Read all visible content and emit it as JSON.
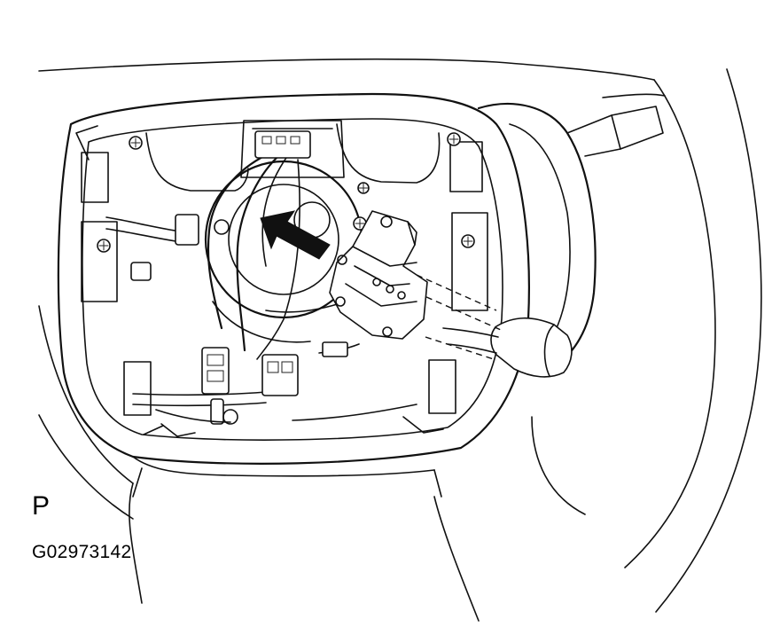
{
  "diagram": {
    "view_label": "P",
    "figure_code": "G02973142",
    "arrow_direction": "up-left"
  }
}
